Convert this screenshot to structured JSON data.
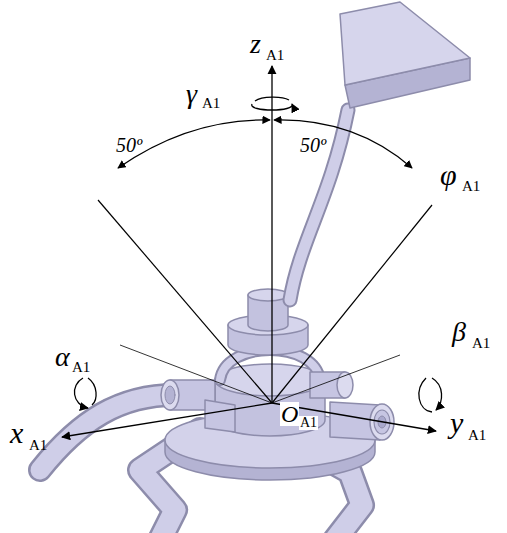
{
  "diagram": {
    "labels": [
      "z",
      "A1",
      "γ",
      "A1",
      "50º",
      "50º",
      "φ",
      "A1",
      "α",
      "A1",
      "O",
      "A1",
      "β",
      "A1",
      "x",
      "A1",
      "y",
      "A1"
    ]
  }
}
